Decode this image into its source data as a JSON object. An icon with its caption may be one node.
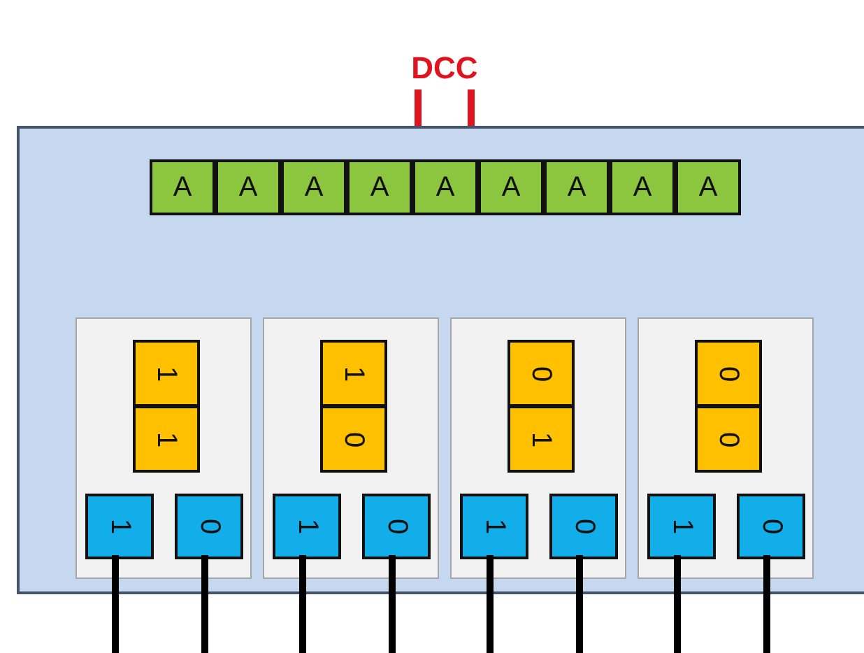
{
  "diagram": {
    "nodes": [
      {
        "text": [
          "DCC"
        ]
      },
      {
        "text": [],
        "shape": "box"
      },
      {
        "text": [
          "A"
        ],
        "in": 1
      },
      {
        "text": [
          "A"
        ],
        "in": 1
      },
      {
        "text": [
          "A"
        ],
        "in": 1
      },
      {
        "text": [
          "A"
        ],
        "in": 1
      },
      {
        "text": [
          "A"
        ],
        "in": 1
      },
      {
        "text": [
          "A"
        ],
        "in": 1
      },
      {
        "text": [
          "A"
        ],
        "in": 1
      },
      {
        "text": [
          "A"
        ],
        "in": 1
      },
      {
        "text": [
          "A"
        ],
        "in": 1
      },
      {
        "text": [],
        "shape": "box",
        "in": 1
      },
      {
        "text": [
          "1"
        ],
        "in": 11
      },
      {
        "text": [
          "1"
        ],
        "in": 11
      },
      {
        "text": [
          "1"
        ],
        "in": 11
      },
      {
        "text": [
          "0"
        ],
        "in": 11
      },
      {
        "text": [],
        "shape": "box",
        "in": 1
      },
      {
        "text": [
          "1"
        ],
        "in": 16
      },
      {
        "text": [
          "0"
        ],
        "in": 16
      },
      {
        "text": [
          "1"
        ],
        "in": 16
      },
      {
        "text": [
          "0"
        ],
        "in": 16
      },
      {
        "text": [],
        "shape": "box",
        "in": 1
      },
      {
        "text": [
          "0"
        ],
        "in": 21
      },
      {
        "text": [
          "1"
        ],
        "in": 21
      },
      {
        "text": [
          "1"
        ],
        "in": 21
      },
      {
        "text": [
          "0"
        ],
        "in": 21
      },
      {
        "text": [],
        "shape": "box",
        "in": 1
      },
      {
        "text": [
          "0"
        ],
        "in": 26
      },
      {
        "text": [
          "0"
        ],
        "in": 26
      },
      {
        "text": [
          "1"
        ],
        "in": 26
      },
      {
        "text": [
          "0"
        ],
        "in": 26
      }
    ],
    "edges": [
      {
        "from": 0,
        "to": 1,
        "arrow": "none",
        "color": "#e0141e"
      },
      {
        "from": 0,
        "to": 1,
        "arrow": "none",
        "color": "#e0141e"
      },
      {
        "from": 14,
        "to": null,
        "arrow": "none"
      },
      {
        "from": 15,
        "to": null,
        "arrow": "none"
      },
      {
        "from": 19,
        "to": null,
        "arrow": "none"
      },
      {
        "from": 20,
        "to": null,
        "arrow": "none"
      },
      {
        "from": 24,
        "to": null,
        "arrow": "none"
      },
      {
        "from": 25,
        "to": null,
        "arrow": "none"
      },
      {
        "from": 29,
        "to": null,
        "arrow": "none"
      },
      {
        "from": 30,
        "to": null,
        "arrow": "none"
      }
    ]
  }
}
